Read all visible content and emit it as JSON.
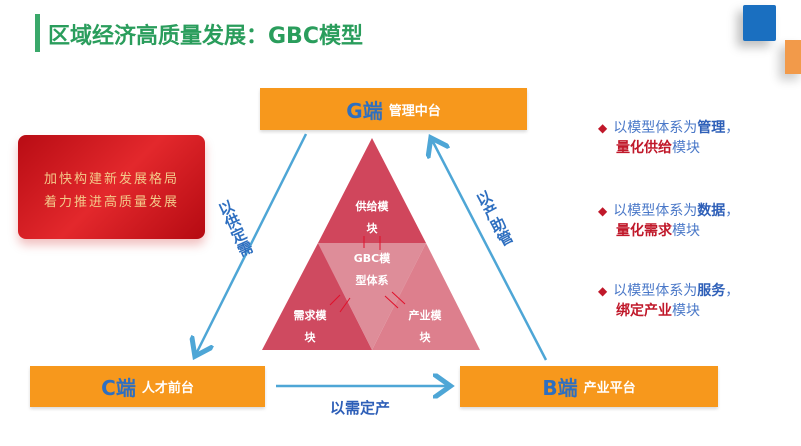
{
  "title": "区域经济高质量发展：GBC模型",
  "card": {
    "line1": "加快构建新发展格局",
    "line2": "着力推进高质量发展"
  },
  "nodes": {
    "g": {
      "letter": "G端",
      "label": "管理中台"
    },
    "c": {
      "letter": "C端",
      "label": "人才前台"
    },
    "b": {
      "letter": "B端",
      "label": "产业平台"
    }
  },
  "edges": {
    "g_to_c": "以供定需",
    "b_to_g": "以产助管",
    "c_to_b": "以需定产"
  },
  "triangle": {
    "top": [
      "供给模",
      "块"
    ],
    "center": [
      "GBC模",
      "型体系"
    ],
    "left": [
      "需求模",
      "块"
    ],
    "right": [
      "产业模",
      "块"
    ]
  },
  "bullets": [
    {
      "prefix": "以模型体系为",
      "key": "管理",
      "comma": "，",
      "red": "量化供给",
      "suffix": "模块"
    },
    {
      "prefix": "以模型体系为",
      "key": "数据",
      "comma": "，",
      "red": "量化需求",
      "suffix": "模块"
    },
    {
      "prefix": "以模型体系为",
      "key": "服务",
      "comma": "，",
      "red": "绑定产业",
      "suffix": "模块"
    }
  ],
  "colors": {
    "orange": "#f7981c",
    "blue": "#2e6fc0",
    "green": "#2a9d5c",
    "red": "#c0182a"
  }
}
